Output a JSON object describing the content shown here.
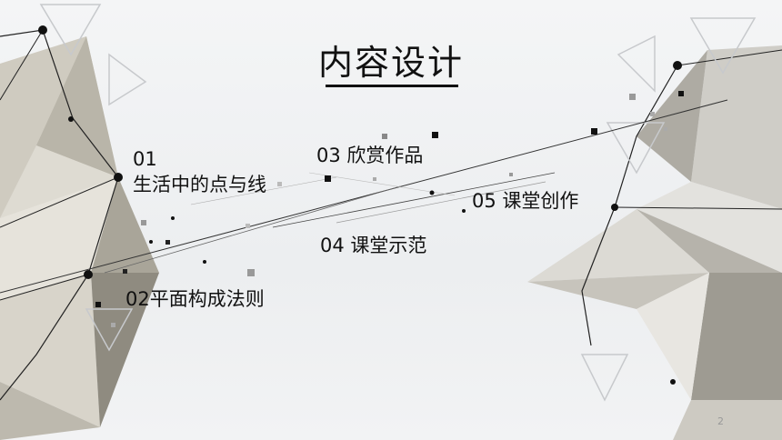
{
  "slide": {
    "title": "内容设计",
    "items": [
      {
        "num": "01",
        "label": "生活中的点与线"
      },
      {
        "num": "02",
        "label": "平面构成法则"
      },
      {
        "num": "03",
        "label": "欣赏作品"
      },
      {
        "num": "04",
        "label": "课堂示范"
      },
      {
        "num": "05",
        "label": "课堂创作"
      }
    ],
    "page_number": "2"
  },
  "colors": {
    "text": "#111111",
    "accent_dark": "#1a1a1a",
    "polygon_light": "#d9d6cc",
    "polygon_dark": "#8f8b80"
  }
}
